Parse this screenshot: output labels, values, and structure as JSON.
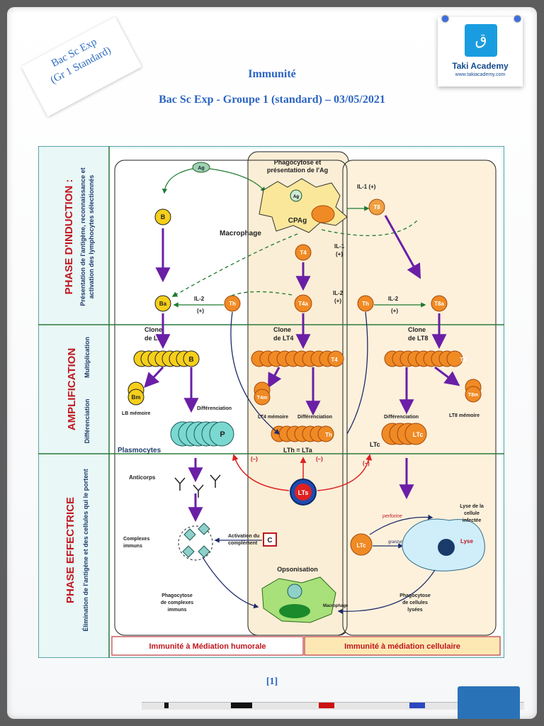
{
  "stamp": {
    "line1": "Bac Sc Exp",
    "line2": "(Gr 1 Standard)"
  },
  "header": {
    "title": "Immunité",
    "subtitle": "Bac Sc Exp - Groupe 1 (standard) – 03/05/2021"
  },
  "logo": {
    "mark": "ق",
    "name": "Taki Academy",
    "url": "www.takiacademy.com"
  },
  "footer": {
    "ref": "[1]"
  },
  "diagram": {
    "phases": {
      "induction_title": "PHASE D'INDUCTION :",
      "induction_sub1": "Présentation de l'antigène, reconnaissance et",
      "induction_sub2": "activation des lymphocytes sélectionnés",
      "amplification_title": "AMPLIFICATION",
      "amplification_sub1": "Différenciation",
      "amplification_sub2": "Multiplication",
      "effectrice_title": "PHASE EFFECTRICE",
      "effectrice_sub": "Élimination de l'antigène et des cellules qui le portent"
    },
    "induction": {
      "phago1": "Phagocytose et",
      "phago2": "présentation de l'Ag",
      "ag": "Ag",
      "cpag": "CPAg",
      "macrophage": "Macrophage",
      "il1_a": "IL-1 (+)",
      "il1_b": "IL-1",
      "il1_b2": "(+)",
      "il2_a": "IL-2",
      "il2_a2": "(+)",
      "il2_b": "IL-2",
      "il2_b2": "(+)",
      "il2_c": "IL-2",
      "il2_c2": "(+)",
      "b": "B",
      "ba": "Ba",
      "t4": "T4",
      "t4a": "T4a",
      "th": "Th",
      "t8": "T8",
      "t8a": "T8a"
    },
    "amplification": {
      "clone_lb1": "Clone",
      "clone_lb2": "de LB",
      "clone_lt41": "Clone",
      "clone_lt42": "de LT4",
      "clone_lt81": "Clone",
      "clone_lt82": "de LT8",
      "bm": "Bm",
      "lb_memoire": "LB mémoire",
      "differenciation_b": "Différenciation",
      "p": "P",
      "plasmocytes": "Plasmocytes",
      "t4m": "T4m",
      "lt4_memoire": "LT4 mémoire",
      "differenciation_t4": "Différenciation",
      "lth_lta": "LTh = LTa",
      "t8m": "T8m",
      "lt8_memoire": "LT8 mémoire",
      "differenciation_t8": "Différenciation",
      "ltc": "LTc",
      "ltc_cell": "LTc"
    },
    "effectrice": {
      "anticorps": "Anticorps",
      "complexes1": "Complexes",
      "complexes2": "immuns",
      "activation1": "Activation du",
      "activation2": "complément",
      "c": "C",
      "inhib1": "(–)",
      "inhib2": "(–)",
      "inhib3": "(–)",
      "lts": "LTs",
      "opsonisation": "Opsonisation",
      "macrophage": "Macrophage",
      "phago_complexes1": "Phagocytose",
      "phago_complexes2": "de complexes",
      "phago_complexes3": "immuns",
      "ltc": "LTc",
      "perforine": "perforine",
      "granzyme": "granzyme",
      "lyse_cellule1": "Lyse de la",
      "lyse_cellule2": "cellule",
      "lyse_cellule3": "infectée",
      "lyse": "Lyse",
      "phago_lysees1": "Phagocytose",
      "phago_lysees2": "de cellules",
      "phago_lysees3": "lysées"
    },
    "bottom": {
      "humorale": "Immunité à Médiation humorale",
      "cellulaire": "Immunité à médiation cellulaire"
    }
  }
}
